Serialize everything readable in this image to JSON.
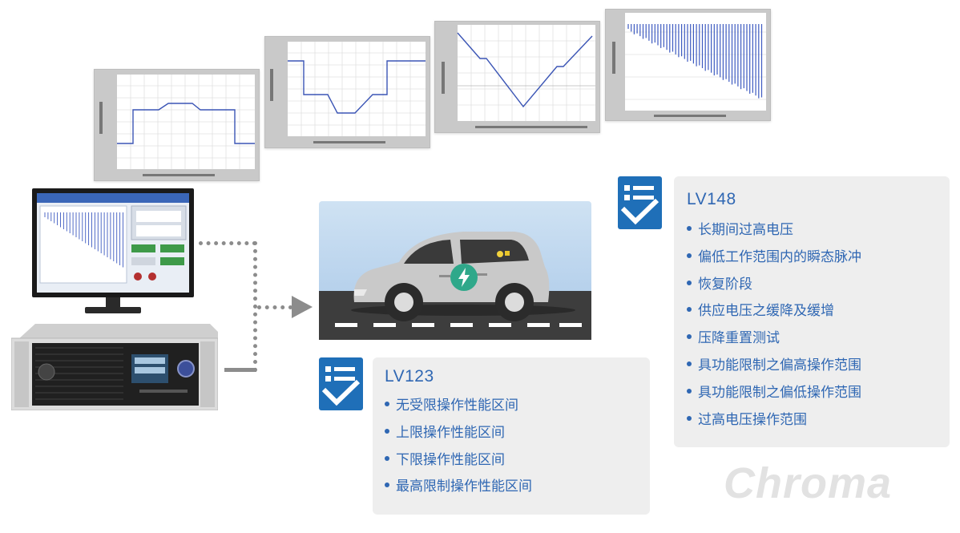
{
  "standards": [
    {
      "title": "LV123",
      "items": [
        "无受限操作性能区间",
        "上限操作性能区间",
        "下限操作性能区间",
        "最高限制操作性能区间"
      ]
    },
    {
      "title": "LV148",
      "items": [
        "长期间过高电压",
        "偏低工作范围内的瞬态脉冲",
        "恢复阶段",
        "供应电压之缓降及缓增",
        "压降重置测试",
        "具功能限制之偏高操作范围",
        "具功能限制之偏低操作范围",
        "过高电压操作范围"
      ]
    }
  ],
  "brand": {
    "logo_text": "Chroma"
  },
  "colors": {
    "accent_blue": "#2f67b3",
    "icon_blue": "#1f6fb8",
    "waveform_blue": "#3b55b5",
    "card_bg": "#eeeeee",
    "car_green": "#2fa88a"
  },
  "icons": [
    "checklist-icon",
    "ev-car-icon",
    "lightning-icon",
    "monitor-icon",
    "power-supply-icon",
    "arrow-right-icon"
  ]
}
